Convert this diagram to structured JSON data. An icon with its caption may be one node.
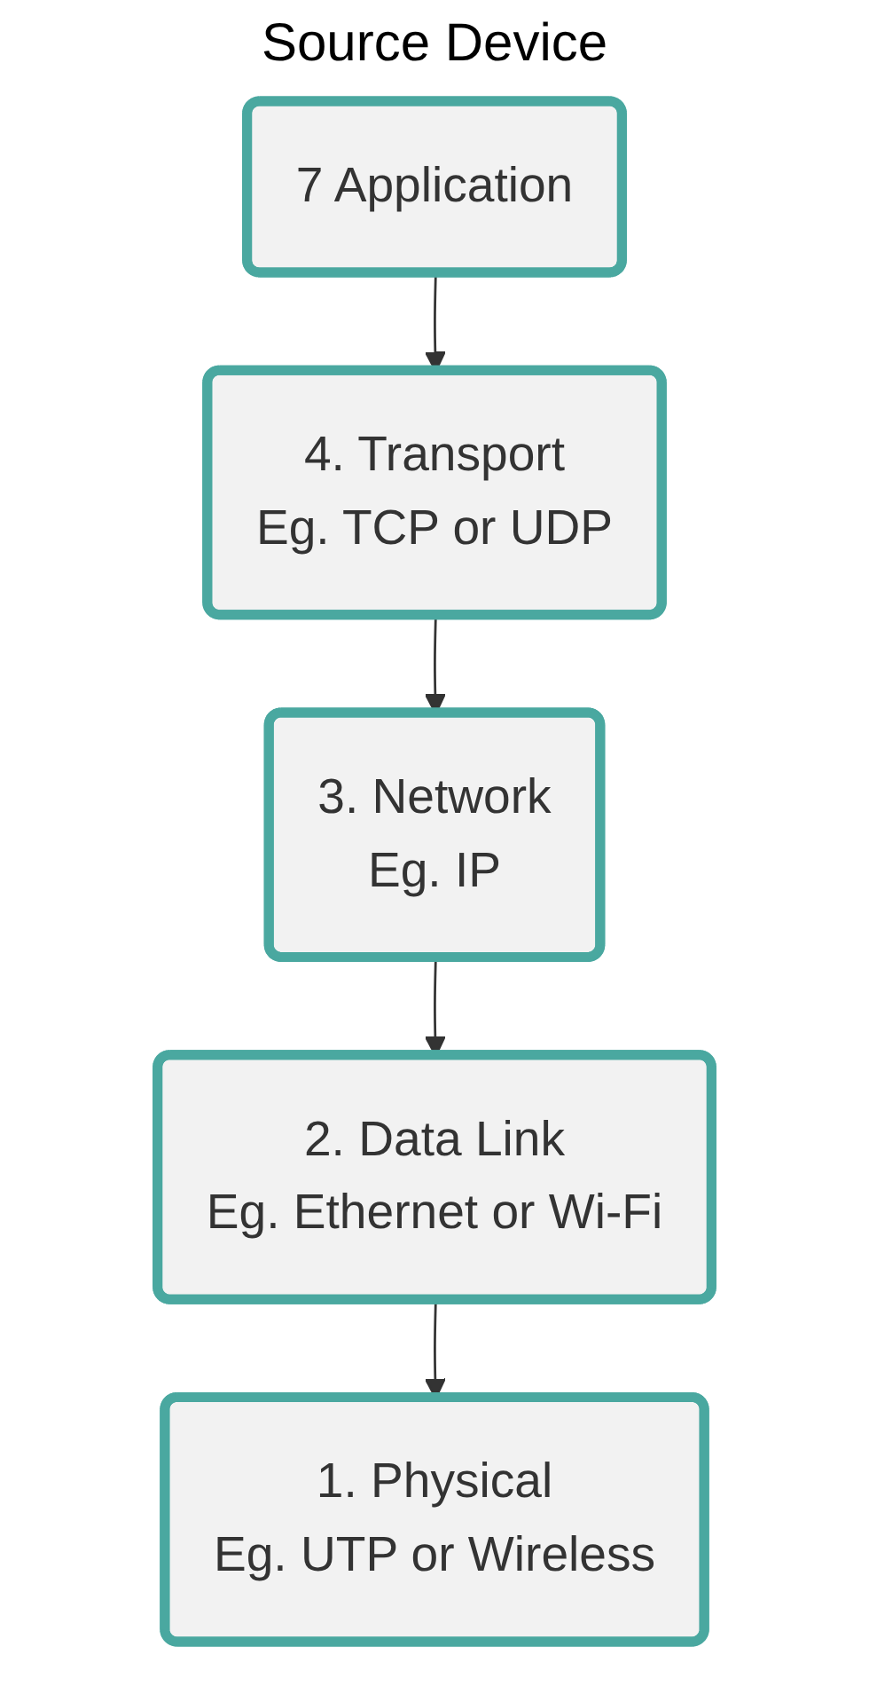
{
  "diagram": {
    "title": "Source Device",
    "nodes": [
      {
        "text": [
          "7 Application"
        ]
      },
      {
        "text": [
          "4. Transport",
          "Eg.  TCP or UDP"
        ]
      },
      {
        "text": [
          "3. Network",
          "Eg.  IP"
        ]
      },
      {
        "text": [
          "2. Data Link",
          "Eg.  Ethernet or Wi-Fi"
        ]
      },
      {
        "text": [
          "1. Physical",
          "Eg.  UTP or Wireless"
        ]
      }
    ],
    "edges": [
      {
        "from": 0,
        "to": 1,
        "arrow": "to"
      },
      {
        "from": 1,
        "to": 2,
        "arrow": "to"
      },
      {
        "from": 2,
        "to": 3,
        "arrow": "to"
      },
      {
        "from": 3,
        "to": 4,
        "arrow": "to"
      }
    ]
  }
}
